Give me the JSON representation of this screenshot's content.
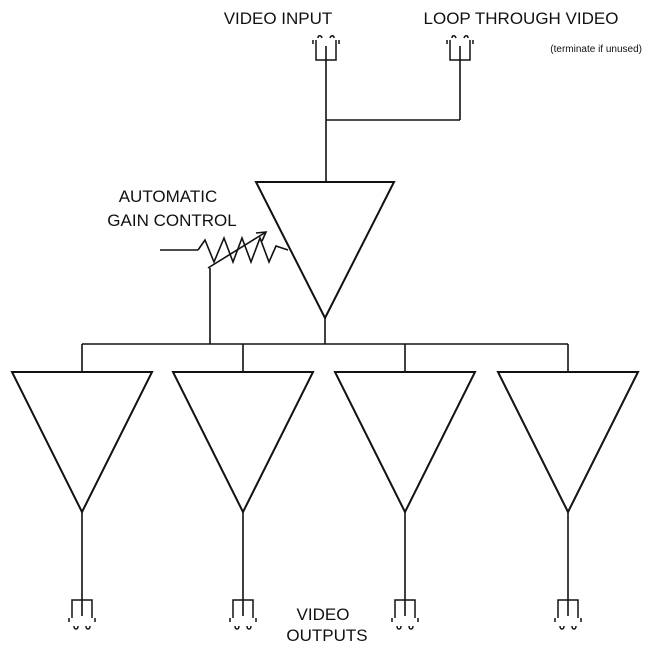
{
  "labels": {
    "video_input": "VIDEO INPUT",
    "loop_through": "LOOP THROUGH VIDEO",
    "terminate_note": "(terminate if unused)",
    "agc_line1": "AUTOMATIC",
    "agc_line2": "GAIN CONTROL",
    "outputs_line1": "VIDEO",
    "outputs_line2": "OUTPUTS"
  },
  "colors": {
    "line": "#111111",
    "background": "#ffffff"
  }
}
